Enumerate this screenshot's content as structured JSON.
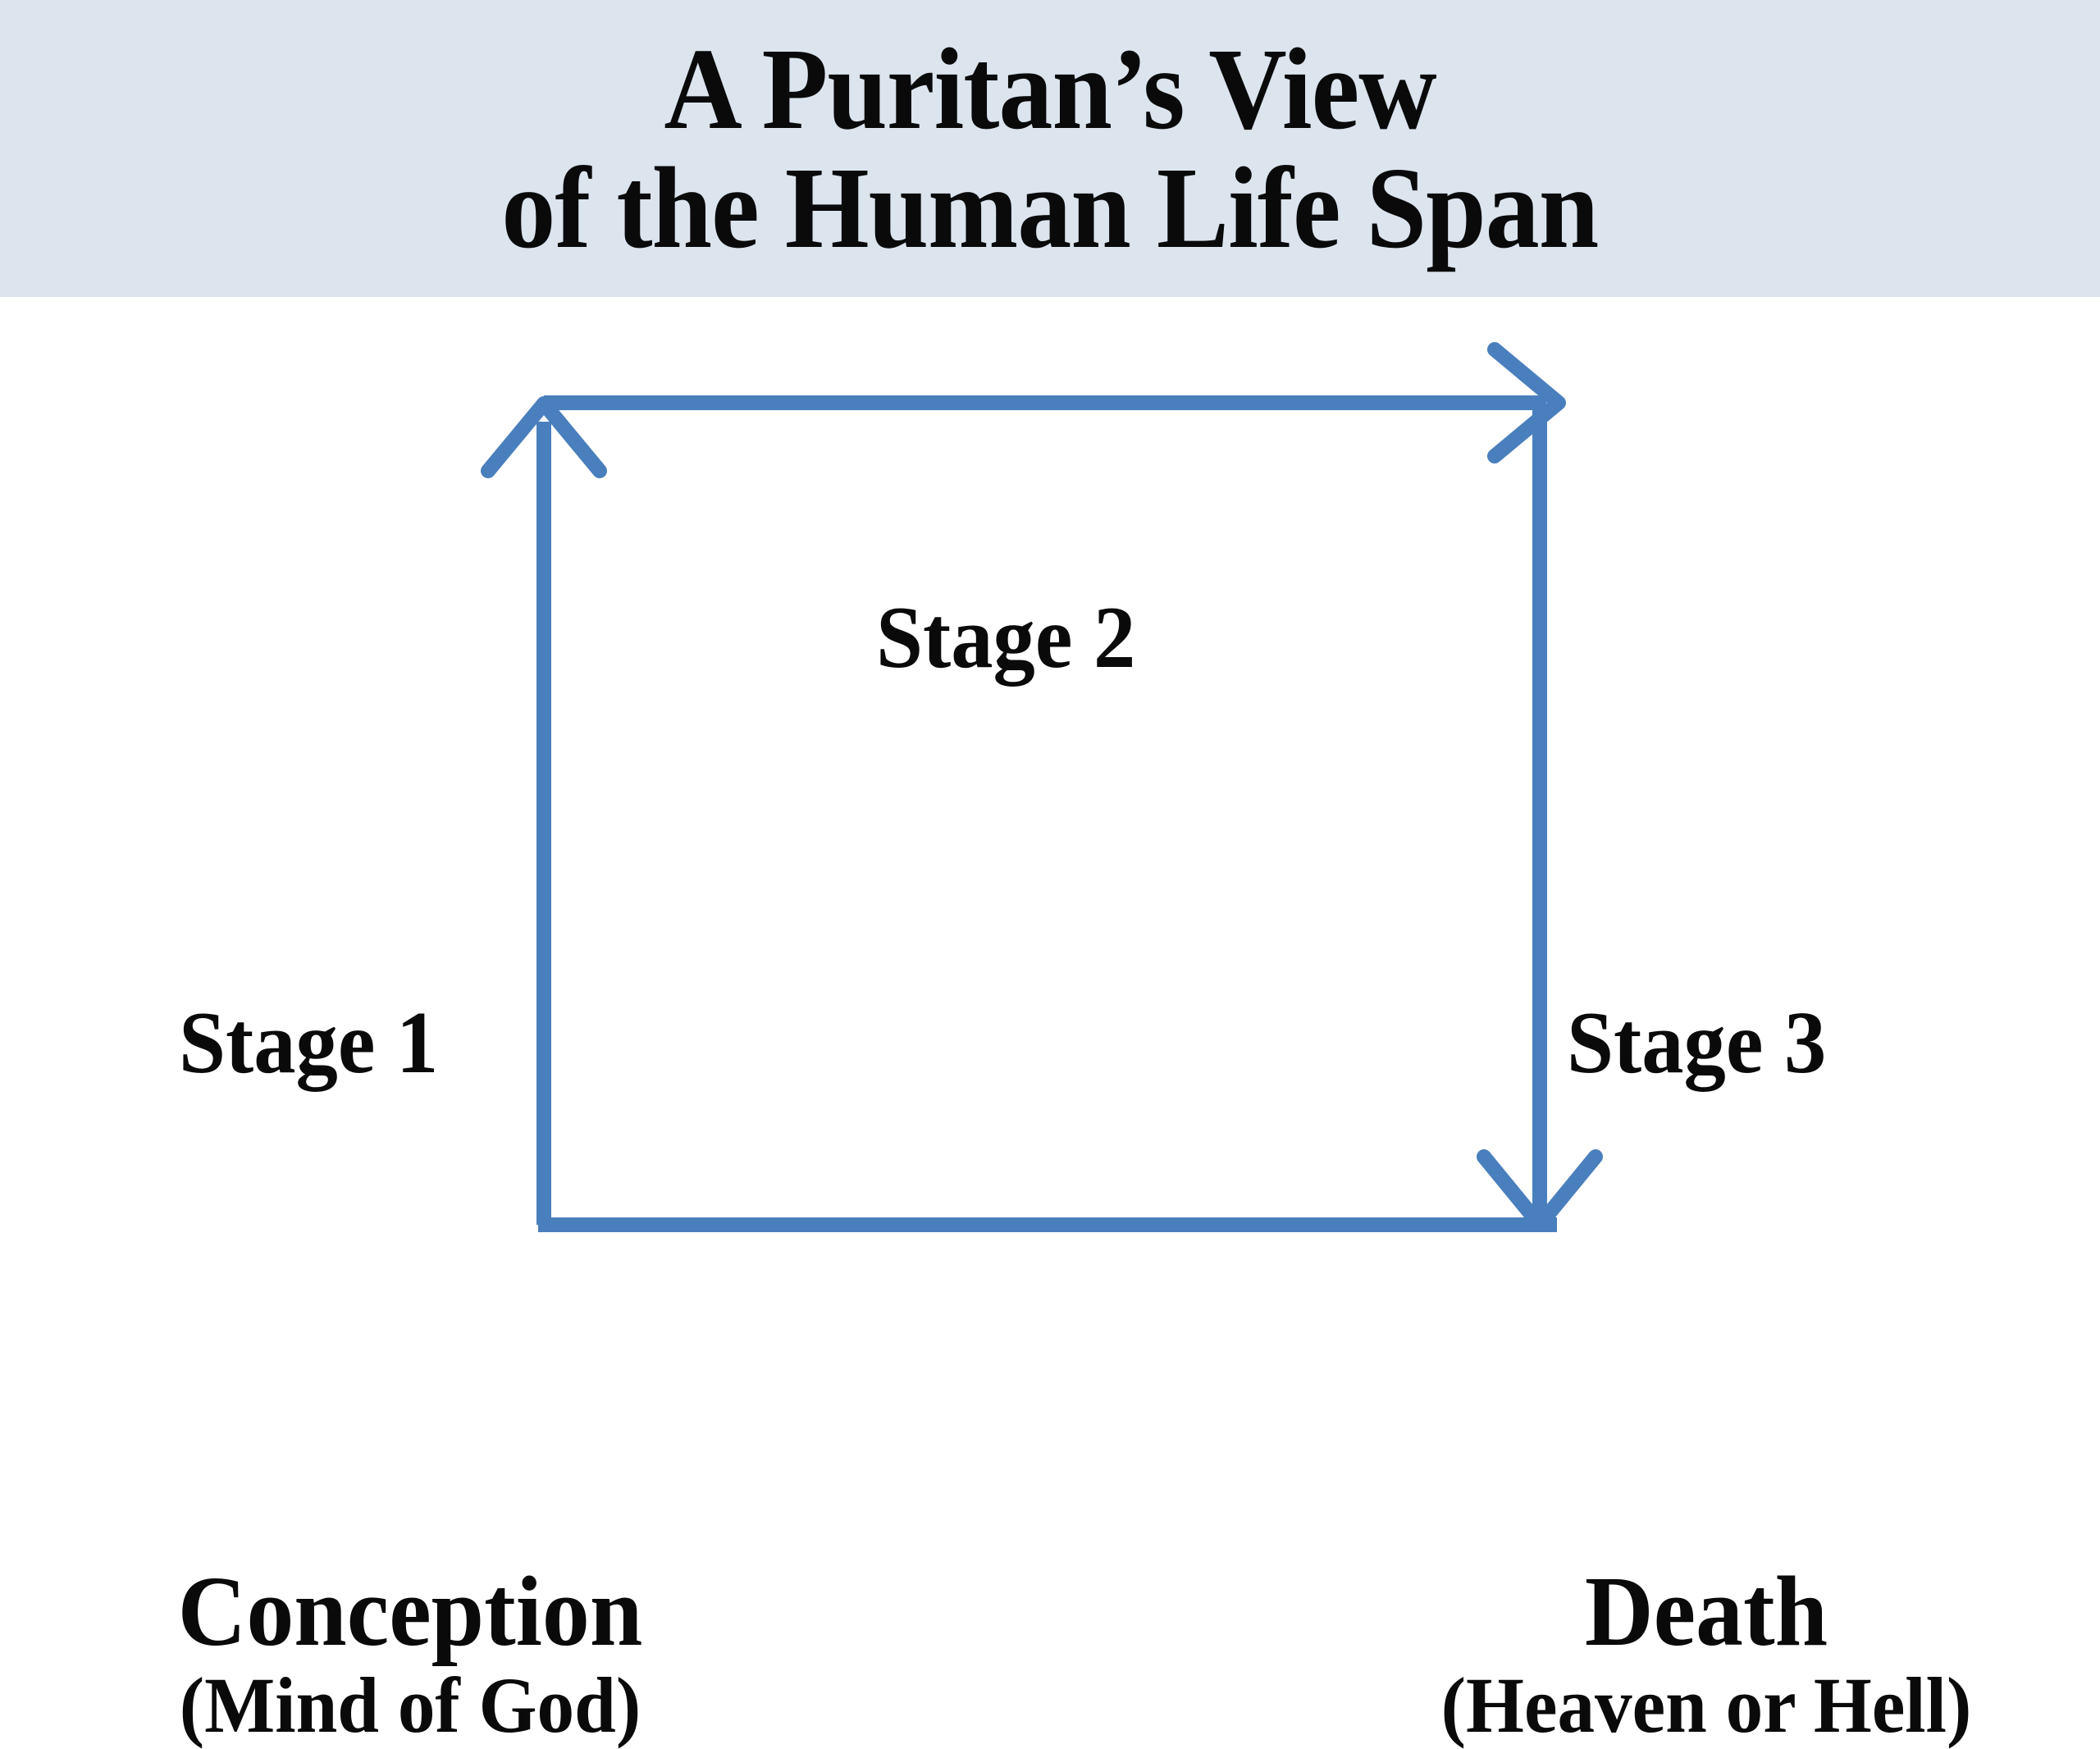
{
  "title": {
    "line1": "A Puritan’s View",
    "line2": "of the Human Life Span",
    "banner_color": "#dce4ee",
    "text_color": "#0a0a0a"
  },
  "diagram": {
    "type": "cycle-path",
    "accent_color": "#4a7fbd",
    "stages": [
      {
        "id": "stage-1",
        "label": "Stage 1",
        "position": "left",
        "direction": "up"
      },
      {
        "id": "stage-2",
        "label": "Stage 2",
        "position": "top",
        "direction": "right"
      },
      {
        "id": "stage-3",
        "label": "Stage 3",
        "position": "right",
        "direction": "down"
      }
    ],
    "endpoints": [
      {
        "id": "start",
        "primary": "Conception",
        "secondary": "(Mind of God)",
        "position": "bottom-left"
      },
      {
        "id": "end",
        "primary": "Death",
        "secondary": "(Heaven or Hell)",
        "position": "bottom-right"
      }
    ]
  }
}
